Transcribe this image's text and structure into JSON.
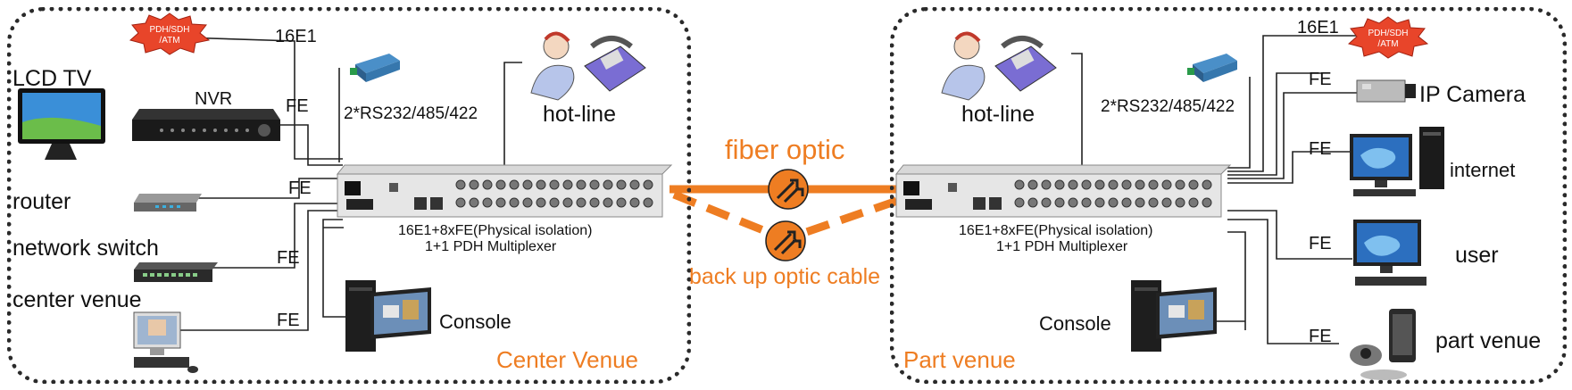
{
  "colors": {
    "accent": "#ee7d22",
    "border": "#2a2a2a",
    "lines": "#222222",
    "burst": "#e8452a"
  },
  "center": {
    "venue_label": "Center  Venue",
    "pdh_badge": [
      "PDH/SDH",
      "/ATM"
    ],
    "e1_label": "16E1",
    "lcd_tv": "LCD TV",
    "nvr": "NVR",
    "fe_nvr": "FE",
    "serial": "2*RS232/485/422",
    "hotline": "hot-line",
    "router": "router",
    "fe_router": "FE",
    "network_switch": "network switch",
    "fe_switch": "FE",
    "center_venue": "center venue",
    "fe_venue": "FE",
    "console": "Console",
    "device_caption_1": "16E1+8xFE(Physical isolation)",
    "device_caption_2": "1+1 PDH  Multiplexer"
  },
  "link": {
    "fiber_optic": "fiber optic",
    "backup": "back up optic cable"
  },
  "part": {
    "venue_label": "Part  venue",
    "pdh_badge": [
      "PDH/SDH",
      "/ATM"
    ],
    "e1_label": "16E1",
    "hotline": "hot-line",
    "serial": "2*RS232/485/422",
    "fe_camera": "FE",
    "ip_camera": "IP Camera",
    "fe_internet": "FE",
    "internet": "internet",
    "fe_user": "FE",
    "user": "user",
    "fe_part": "FE",
    "part_venue": "part venue",
    "console": "Console",
    "device_caption_1": "16E1+8xFE(Physical isolation)",
    "device_caption_2": "1+1 PDH  Multiplexer"
  },
  "icons": [
    "pdh-burst-icon",
    "modem-icon",
    "operator-phone-icon",
    "lcd-tv-icon",
    "nvr-icon",
    "router-icon",
    "network-switch-icon",
    "desktop-pc-icon",
    "console-pc-icon",
    "multiplexer-icon",
    "fiber-link-icon",
    "ip-camera-icon",
    "video-conference-icon"
  ]
}
